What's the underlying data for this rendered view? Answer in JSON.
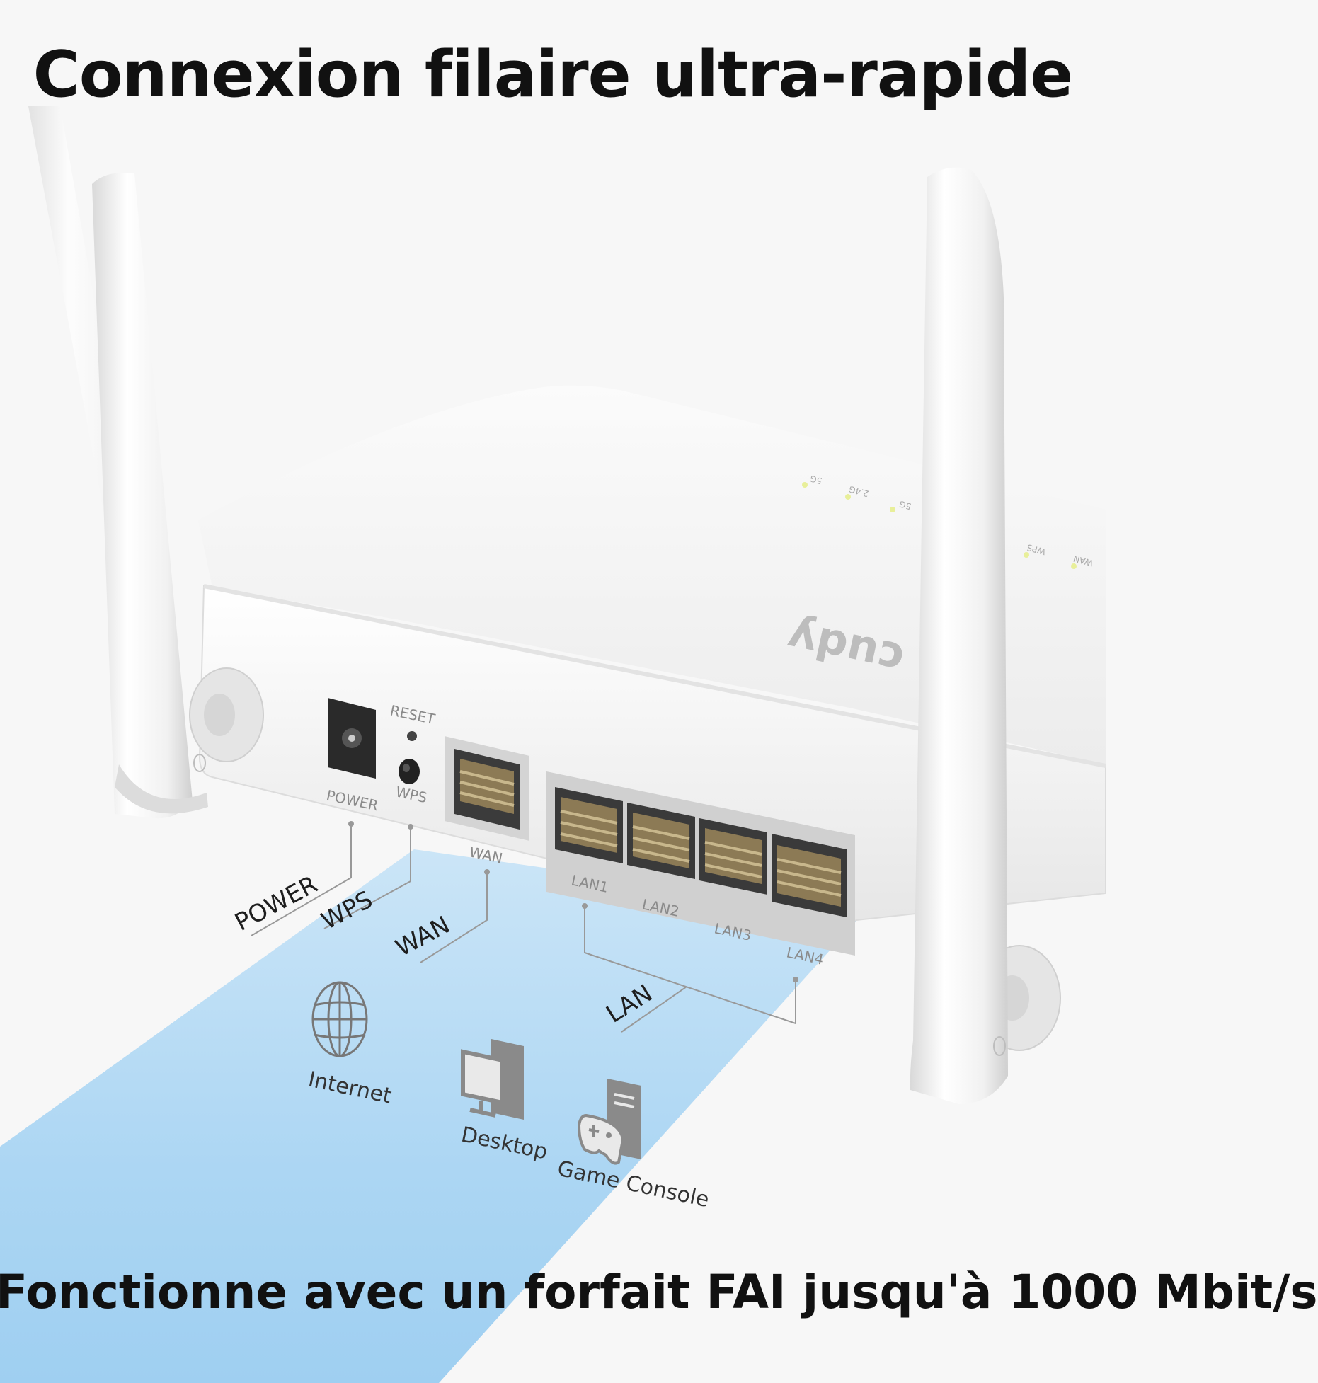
{
  "headline": "Connexion filaire ultra-rapide",
  "footer": "Fonctionne avec un forfait FAI jusqu'à 1000 Mbit/s",
  "router": {
    "brand_logo": "cudy",
    "panel_labels": {
      "reset": "RESET",
      "power": "POWER",
      "wps": "WPS",
      "wan": "WAN",
      "lan1": "LAN1",
      "lan2": "LAN2",
      "lan3": "LAN3",
      "lan4": "LAN4"
    },
    "top_leds": [
      "5G",
      "2.4G",
      "5G",
      "WPS",
      "WAN"
    ]
  },
  "callouts": {
    "power": "POWER",
    "wps": "WPS",
    "wan": "WAN",
    "lan": "LAN"
  },
  "devices": {
    "internet": "Internet",
    "desktop": "Desktop",
    "game_console": "Game Console"
  },
  "colors": {
    "background": "#f7f7f7",
    "router_body": "#f2f2f2",
    "beam": "#acd6f3",
    "text": "#111111",
    "icon": "#777777"
  },
  "icons": [
    "globe-icon",
    "desktop-icon",
    "game-console-icon"
  ]
}
